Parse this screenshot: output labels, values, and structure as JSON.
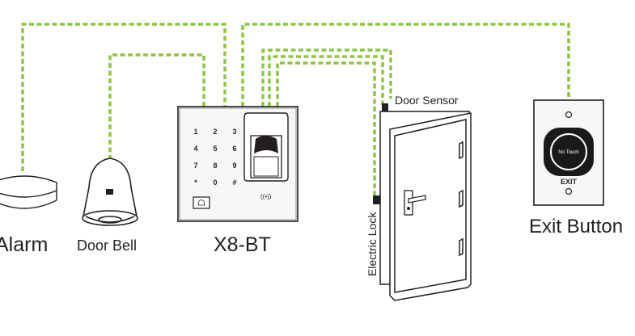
{
  "colors": {
    "wire": "#8dc63f",
    "outline": "#231f20",
    "fill": "#ffffff",
    "device_fill": "#f7f7f7",
    "button_face": "#1a1a1a"
  },
  "devices": {
    "alarm": {
      "label": "Alarm",
      "icon": "siren-icon"
    },
    "door_bell": {
      "label": "Door Bell",
      "icon": "bell-icon"
    },
    "controller": {
      "label": "X8-BT",
      "keypad_keys": [
        "1",
        "2",
        "3",
        "4",
        "5",
        "6",
        "7",
        "8",
        "9",
        "*",
        "0",
        "#"
      ],
      "icon": "fingerprint-sensor-icon"
    },
    "door": {
      "sensor_label": "Door Sensor",
      "lock_label": "Electric Lock",
      "icon": "door-icon"
    },
    "exit_button": {
      "label": "Exit Button",
      "face_text": "No Touch",
      "bottom_text": "EXIT",
      "icon": "exit-button-icon"
    }
  }
}
